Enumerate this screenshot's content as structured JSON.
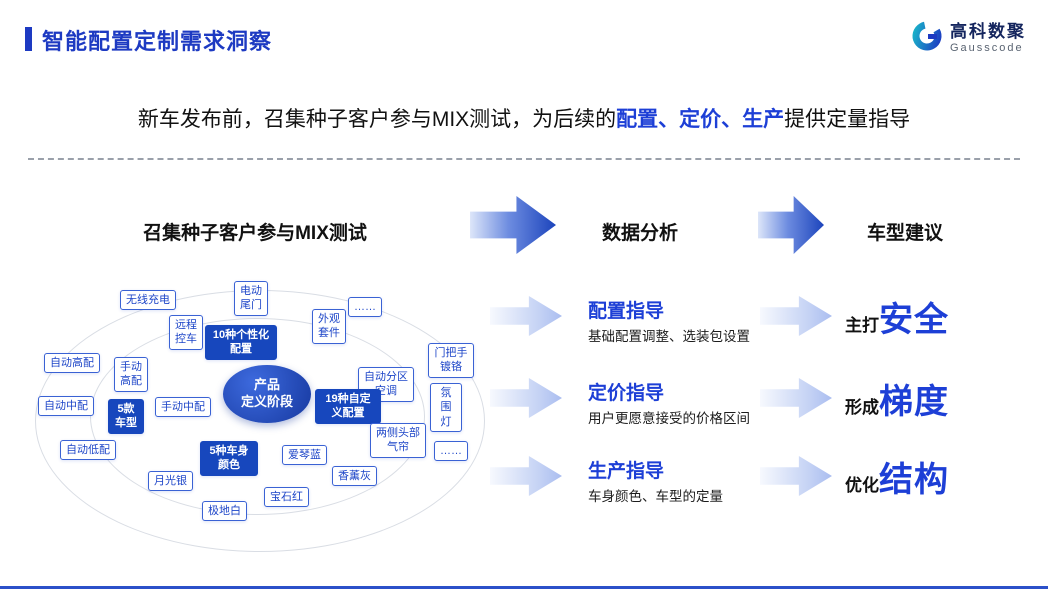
{
  "header": {
    "title": "智能配置定制需求洞察",
    "logo": {
      "cn": "高科数聚",
      "en": "Gausscode"
    }
  },
  "subtitle": {
    "pre": "新车发布前，召集种子客户参与MIX测试，为后续的",
    "highlight": "配置、定价、生产",
    "post": "提供定量指导"
  },
  "flow": {
    "left_title": "召集种子客户参与MIX测试",
    "mid_title": "数据分析",
    "right_title": "车型建议"
  },
  "diagram": {
    "center": "产品\n定义阶段",
    "nodes": [
      {
        "label": "无线充电",
        "type": "normal"
      },
      {
        "label": "电动尾门",
        "type": "normal"
      },
      {
        "label": "远程控车",
        "type": "normal"
      },
      {
        "label": "10种个性化配置",
        "type": "highlight"
      },
      {
        "label": "外观套件",
        "type": "normal"
      },
      {
        "label": "……",
        "type": "normal"
      },
      {
        "label": "自动高配",
        "type": "normal"
      },
      {
        "label": "手动高配",
        "type": "normal"
      },
      {
        "label": "自动中配",
        "type": "normal"
      },
      {
        "label": "手动中配",
        "type": "normal"
      },
      {
        "label": "5款车型",
        "type": "highlight"
      },
      {
        "label": "自动低配",
        "type": "normal"
      },
      {
        "label": "门把手镀铬",
        "type": "normal"
      },
      {
        "label": "自动分区空调",
        "type": "normal"
      },
      {
        "label": "氛围灯",
        "type": "normal"
      },
      {
        "label": "19种自定义配置",
        "type": "highlight"
      },
      {
        "label": "两侧头部气帘",
        "type": "normal"
      },
      {
        "label": "……",
        "type": "normal"
      },
      {
        "label": "5种车身颜色",
        "type": "highlight"
      },
      {
        "label": "爱琴蓝",
        "type": "normal"
      },
      {
        "label": "香薰灰",
        "type": "normal"
      },
      {
        "label": "月光银",
        "type": "normal"
      },
      {
        "label": "宝石红",
        "type": "normal"
      },
      {
        "label": "极地白",
        "type": "normal"
      }
    ]
  },
  "guidance": [
    {
      "title": "配置指导",
      "desc": "基础配置调整、选装包设置",
      "prefix": "主打",
      "keyword": "安全"
    },
    {
      "title": "定价指导",
      "desc": "用户更愿意接受的价格区间",
      "prefix": "形成",
      "keyword": "梯度"
    },
    {
      "title": "生产指导",
      "desc": "车身颜色、车型的定量",
      "prefix": "优化",
      "keyword": "结构"
    }
  ],
  "colors": {
    "accent_blue": "#1d3fd6",
    "node_blue": "#1747bd",
    "title_blue": "#1d3ac2"
  }
}
